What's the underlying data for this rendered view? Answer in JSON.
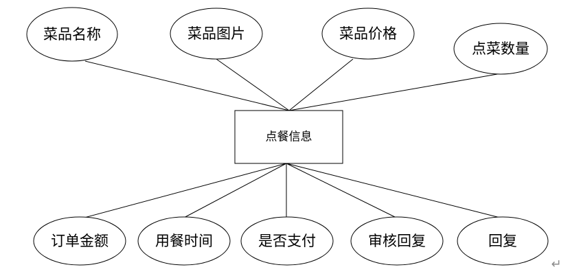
{
  "entity": {
    "label": "点餐信息"
  },
  "attributes_top": [
    {
      "id": "dish-name",
      "label": "菜品名称"
    },
    {
      "id": "dish-image",
      "label": "菜品图片"
    },
    {
      "id": "dish-price",
      "label": "菜品价格"
    },
    {
      "id": "order-quantity",
      "label": "点菜数量"
    }
  ],
  "attributes_bottom": [
    {
      "id": "order-amount",
      "label": "订单金额"
    },
    {
      "id": "dining-time",
      "label": "用餐时间"
    },
    {
      "id": "is-paid",
      "label": "是否支付"
    },
    {
      "id": "review-reply",
      "label": "审核回复"
    },
    {
      "id": "reply",
      "label": "回复"
    }
  ],
  "paragraph_mark": "↵"
}
